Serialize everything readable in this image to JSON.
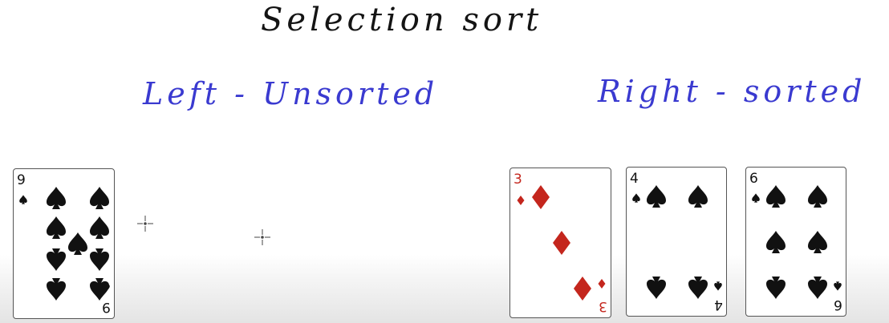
{
  "title": "Selection sort",
  "left_label": "Left - Unsorted",
  "right_label": "Right - sorted",
  "colors": {
    "title": "#141414",
    "labels": "#3a3ad0",
    "red_suit": "#c4261d",
    "black_suit": "#111111"
  },
  "cards": {
    "left": [
      {
        "rank": "9",
        "suit": "spade",
        "color": "black"
      }
    ],
    "right": [
      {
        "rank": "3",
        "suit": "diamond",
        "color": "red"
      },
      {
        "rank": "4",
        "suit": "spade",
        "color": "black"
      },
      {
        "rank": "6",
        "suit": "spade",
        "color": "black"
      }
    ]
  }
}
